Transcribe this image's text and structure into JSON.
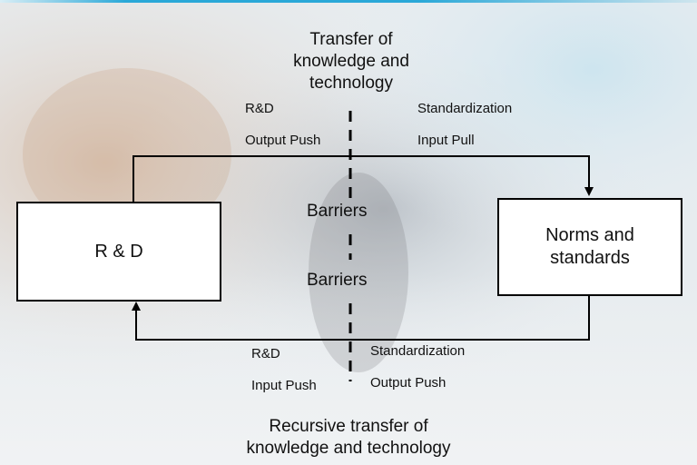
{
  "top_transfer_label": "Transfer of knowledge and technology",
  "top_transfer_lines": [
    "Transfer of",
    "knowledge and",
    "technology"
  ],
  "rd_box": {
    "label": "R & D"
  },
  "norms_box": {
    "lines": [
      "Norms and",
      "standards"
    ]
  },
  "top_left": {
    "line1": "R&D",
    "line2": "Output Push"
  },
  "top_right": {
    "line1": "Standardization",
    "line2": "Input Pull"
  },
  "barrier_top": "Barriers",
  "barrier_bottom": "Barriers",
  "bottom_left": {
    "line1": "R&D",
    "line2": "Input Push"
  },
  "bottom_right": {
    "line1": "Standardization",
    "line2": "Output Push"
  },
  "bottom_transfer_lines": [
    "Recursive transfer of",
    "knowledge and technology"
  ],
  "colors": {
    "accent": "#2aa8d8",
    "line": "#000000",
    "box_fill": "#ffffff"
  }
}
